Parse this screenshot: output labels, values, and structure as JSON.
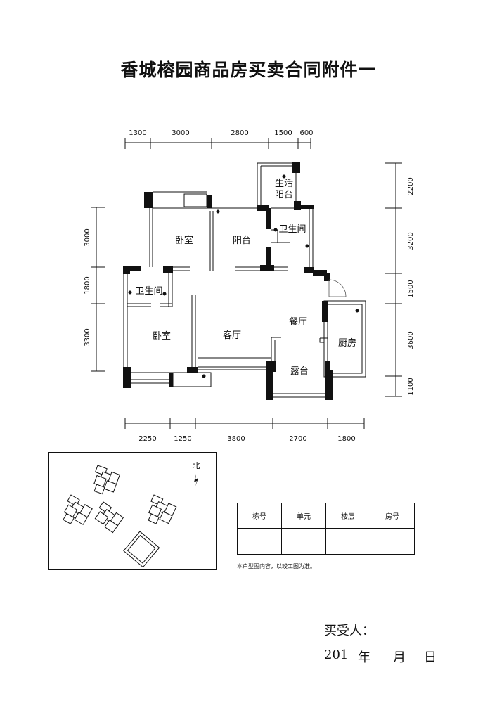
{
  "title": "香城榕园商品房买卖合同附件一",
  "top_dims": [
    "1300",
    "3000",
    "2800",
    "1500",
    "600"
  ],
  "bottom_dims": [
    "2250",
    "1250",
    "3800",
    "2700",
    "1800"
  ],
  "left_dims": [
    "3000",
    "1800",
    "3300"
  ],
  "right_dims": [
    "2200",
    "3200",
    "1500",
    "3600",
    "1100"
  ],
  "rooms": {
    "service_balcony_1": "生活",
    "service_balcony_2": "阳台",
    "bathroom_right": "卫生间",
    "bedroom_top": "卧室",
    "balcony": "阳台",
    "bathroom_left": "卫生间",
    "bedroom_bottom": "卧室",
    "living_room": "客厅",
    "dining_room": "餐厅",
    "kitchen": "厨房",
    "terrace": "露台"
  },
  "north_label": "北",
  "info_table": {
    "headers": [
      "栋号",
      "单元",
      "楼层",
      "房号"
    ],
    "values": [
      "",
      "",
      "",
      ""
    ]
  },
  "note": "本户型图内容，以竣工图为准。",
  "buyer_label": "买受人：",
  "date": {
    "year": "201",
    "year_unit": "年",
    "month_unit": "月",
    "day_unit": "日"
  }
}
